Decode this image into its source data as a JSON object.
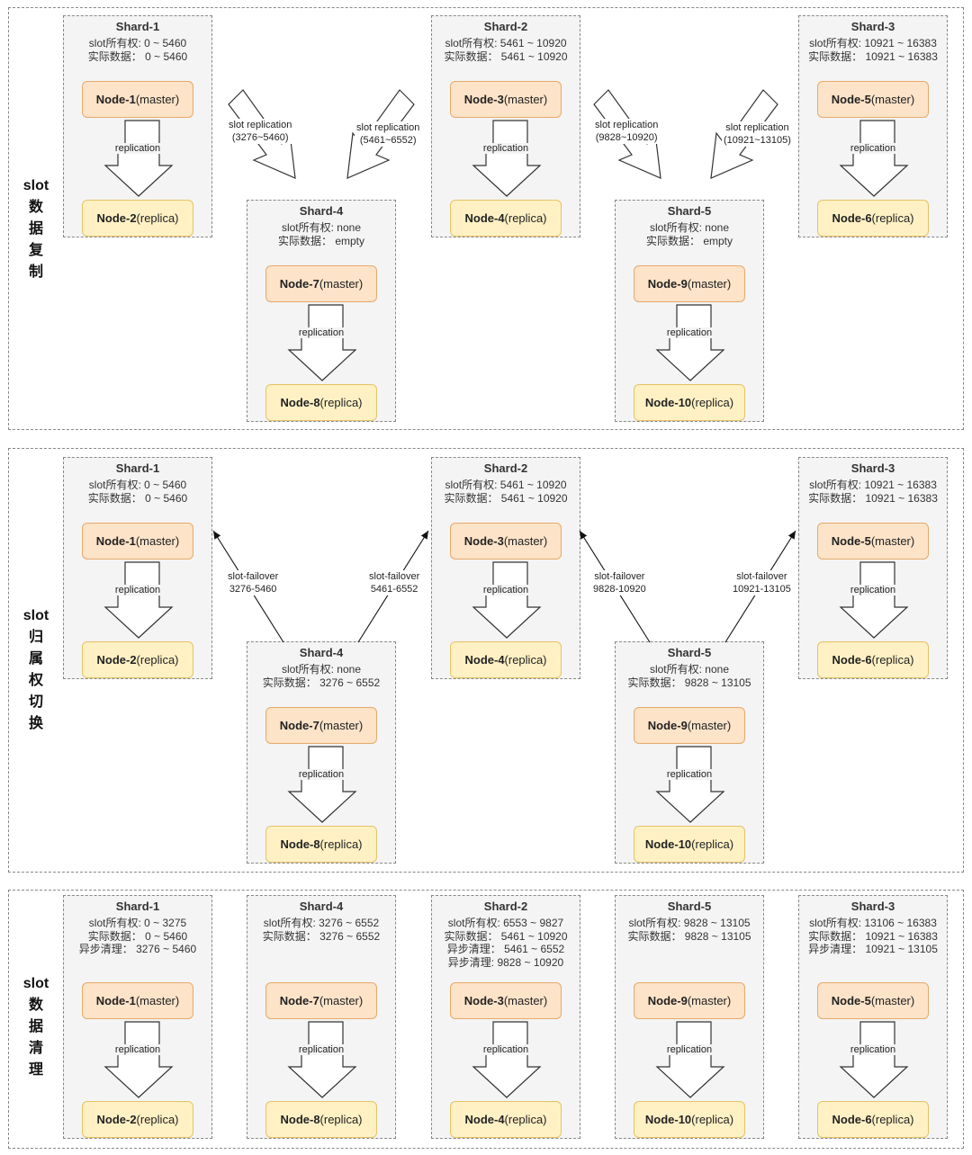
{
  "sections": [
    {
      "id": "s1",
      "label": [
        "slot",
        "数",
        "据",
        "复",
        "制"
      ],
      "shards": [
        {
          "title": "Shard-1",
          "lines": [
            "slot所有权: 0 ~ 5460",
            "实际数据： 0 ~ 5460"
          ],
          "master": {
            "name": "Node-1",
            "role": "(master)"
          },
          "replica": {
            "name": "Node-2",
            "role": "(replica)"
          },
          "replication": "replication"
        },
        {
          "title": "Shard-2",
          "lines": [
            "slot所有权: 5461 ~ 10920",
            "实际数据： 5461 ~ 10920"
          ],
          "master": {
            "name": "Node-3",
            "role": "(master)"
          },
          "replica": {
            "name": "Node-4",
            "role": "(replica)"
          },
          "replication": "replication"
        },
        {
          "title": "Shard-3",
          "lines": [
            "slot所有权: 10921 ~ 16383",
            "实际数据： 10921 ~ 16383"
          ],
          "master": {
            "name": "Node-5",
            "role": "(master)"
          },
          "replica": {
            "name": "Node-6",
            "role": "(replica)"
          },
          "replication": "replication"
        },
        {
          "title": "Shard-4",
          "lines": [
            "slot所有权: none",
            "实际数据： empty"
          ],
          "master": {
            "name": "Node-7",
            "role": "(master)"
          },
          "replica": {
            "name": "Node-8",
            "role": "(replica)"
          },
          "replication": "replication"
        },
        {
          "title": "Shard-5",
          "lines": [
            "slot所有权: none",
            "实际数据： empty"
          ],
          "master": {
            "name": "Node-9",
            "role": "(master)"
          },
          "replica": {
            "name": "Node-10",
            "role": "(replica)"
          },
          "replication": "replication"
        }
      ],
      "transfers": [
        {
          "text": [
            "slot replication",
            "(3276~5460)"
          ]
        },
        {
          "text": [
            "slot replication",
            "(5461~6552)"
          ]
        },
        {
          "text": [
            "slot replication",
            "(9828~10920)"
          ]
        },
        {
          "text": [
            "slot replication",
            "(10921~13105)"
          ]
        }
      ]
    },
    {
      "id": "s2",
      "label": [
        "slot",
        "归",
        "属",
        "权",
        "切",
        "换"
      ],
      "shards": [
        {
          "title": "Shard-1",
          "lines": [
            "slot所有权: 0 ~ 5460",
            "实际数据： 0 ~ 5460"
          ],
          "master": {
            "name": "Node-1",
            "role": "(master)"
          },
          "replica": {
            "name": "Node-2",
            "role": "(replica)"
          },
          "replication": "replication"
        },
        {
          "title": "Shard-2",
          "lines": [
            "slot所有权: 5461 ~ 10920",
            "实际数据： 5461 ~ 10920"
          ],
          "master": {
            "name": "Node-3",
            "role": "(master)"
          },
          "replica": {
            "name": "Node-4",
            "role": "(replica)"
          },
          "replication": "replication"
        },
        {
          "title": "Shard-3",
          "lines": [
            "slot所有权: 10921 ~ 16383",
            "实际数据： 10921 ~ 16383"
          ],
          "master": {
            "name": "Node-5",
            "role": "(master)"
          },
          "replica": {
            "name": "Node-6",
            "role": "(replica)"
          },
          "replication": "replication"
        },
        {
          "title": "Shard-4",
          "lines": [
            "slot所有权: none",
            "实际数据： 3276 ~ 6552"
          ],
          "master": {
            "name": "Node-7",
            "role": "(master)"
          },
          "replica": {
            "name": "Node-8",
            "role": "(replica)"
          },
          "replication": "replication"
        },
        {
          "title": "Shard-5",
          "lines": [
            "slot所有权: none",
            "实际数据： 9828 ~ 13105"
          ],
          "master": {
            "name": "Node-9",
            "role": "(master)"
          },
          "replica": {
            "name": "Node-10",
            "role": "(replica)"
          },
          "replication": "replication"
        }
      ],
      "failovers": [
        {
          "text": [
            "slot-failover",
            "3276-5460"
          ]
        },
        {
          "text": [
            "slot-failover",
            "5461-6552"
          ]
        },
        {
          "text": [
            "slot-failover",
            "9828-10920"
          ]
        },
        {
          "text": [
            "slot-failover",
            "10921-13105"
          ]
        }
      ]
    },
    {
      "id": "s3",
      "label": [
        "slot",
        "数",
        "据",
        "清",
        "理"
      ],
      "shards": [
        {
          "title": "Shard-1",
          "lines": [
            "slot所有权: 0 ~ 3275",
            "实际数据： 0 ~ 5460",
            "异步清理： 3276 ~ 5460"
          ],
          "master": {
            "name": "Node-1",
            "role": "(master)"
          },
          "replica": {
            "name": "Node-2",
            "role": "(replica)"
          },
          "replication": "replication"
        },
        {
          "title": "Shard-4",
          "lines": [
            "slot所有权: 3276 ~ 6552",
            "实际数据： 3276 ~ 6552"
          ],
          "master": {
            "name": "Node-7",
            "role": "(master)"
          },
          "replica": {
            "name": "Node-8",
            "role": "(replica)"
          },
          "replication": "replication"
        },
        {
          "title": "Shard-2",
          "lines": [
            "slot所有权: 6553 ~ 9827",
            "实际数据： 5461 ~ 10920",
            "异步清理： 5461 ~ 6552",
            "异步清理: 9828 ~ 10920"
          ],
          "master": {
            "name": "Node-3",
            "role": "(master)"
          },
          "replica": {
            "name": "Node-4",
            "role": "(replica)"
          },
          "replication": "replication"
        },
        {
          "title": "Shard-5",
          "lines": [
            "slot所有权: 9828 ~ 13105",
            "实际数据： 9828 ~ 13105"
          ],
          "master": {
            "name": "Node-9",
            "role": "(master)"
          },
          "replica": {
            "name": "Node-10",
            "role": "(replica)"
          },
          "replication": "replication"
        },
        {
          "title": "Shard-3",
          "lines": [
            "slot所有权: 13106 ~ 16383",
            "实际数据： 10921 ~ 16383",
            "异步清理： 10921 ~ 13105"
          ],
          "master": {
            "name": "Node-5",
            "role": "(master)"
          },
          "replica": {
            "name": "Node-6",
            "role": "(replica)"
          },
          "replication": "replication"
        }
      ]
    }
  ]
}
